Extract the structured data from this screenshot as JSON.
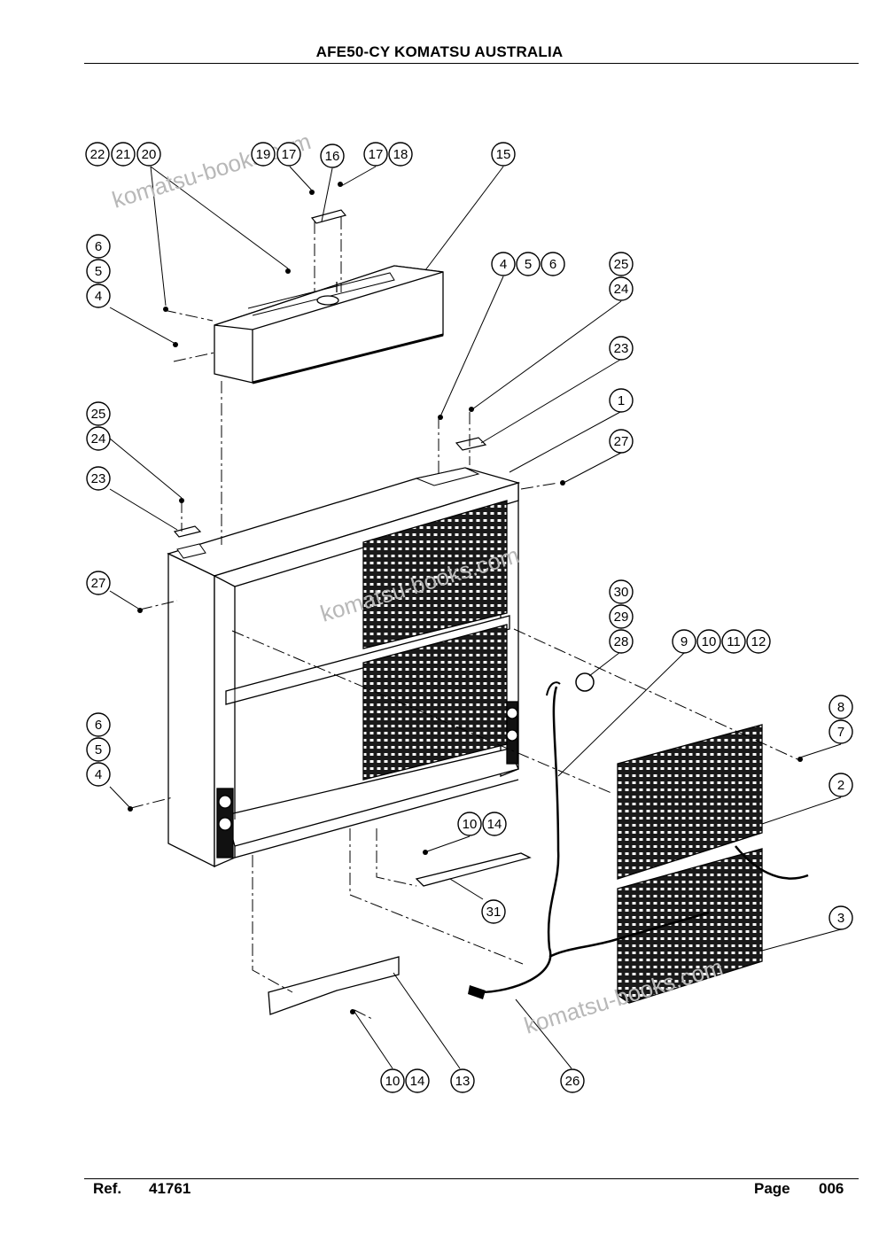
{
  "header": {
    "title": "AFE50-CY KOMATSU AUSTRALIA"
  },
  "footer": {
    "ref_label": "Ref.",
    "ref_value": "41761",
    "page_label": "Page",
    "page_value": "006"
  },
  "watermark": {
    "text": "komatsu-books.com",
    "color": "#b8b8b8"
  },
  "callouts": [
    {
      "id": "c22",
      "text": "22"
    },
    {
      "id": "c21",
      "text": "21"
    },
    {
      "id": "c20",
      "text": "20"
    },
    {
      "id": "c19",
      "text": "19"
    },
    {
      "id": "c17a",
      "text": "17"
    },
    {
      "id": "c16",
      "text": "16"
    },
    {
      "id": "c17b",
      "text": "17"
    },
    {
      "id": "c18",
      "text": "18"
    },
    {
      "id": "c15",
      "text": "15"
    },
    {
      "id": "c6a",
      "text": "6"
    },
    {
      "id": "c5a",
      "text": "5"
    },
    {
      "id": "c4a",
      "text": "4"
    },
    {
      "id": "c4b",
      "text": "4"
    },
    {
      "id": "c5b",
      "text": "5"
    },
    {
      "id": "c6b",
      "text": "6"
    },
    {
      "id": "c25a",
      "text": "25"
    },
    {
      "id": "c24a",
      "text": "24"
    },
    {
      "id": "c23a",
      "text": "23"
    },
    {
      "id": "c1",
      "text": "1"
    },
    {
      "id": "c27a",
      "text": "27"
    },
    {
      "id": "c25b",
      "text": "25"
    },
    {
      "id": "c24b",
      "text": "24"
    },
    {
      "id": "c23b",
      "text": "23"
    },
    {
      "id": "c27b",
      "text": "27"
    },
    {
      "id": "c30",
      "text": "30"
    },
    {
      "id": "c29",
      "text": "29"
    },
    {
      "id": "c28",
      "text": "28"
    },
    {
      "id": "c9",
      "text": "9"
    },
    {
      "id": "c10a",
      "text": "10"
    },
    {
      "id": "c11",
      "text": "11"
    },
    {
      "id": "c12",
      "text": "12"
    },
    {
      "id": "c8",
      "text": "8"
    },
    {
      "id": "c7",
      "text": "7"
    },
    {
      "id": "c6c",
      "text": "6"
    },
    {
      "id": "c5c",
      "text": "5"
    },
    {
      "id": "c4c",
      "text": "4"
    },
    {
      "id": "c2",
      "text": "2"
    },
    {
      "id": "c10b",
      "text": "10"
    },
    {
      "id": "c14a",
      "text": "14"
    },
    {
      "id": "c31",
      "text": "31"
    },
    {
      "id": "c3",
      "text": "3"
    },
    {
      "id": "c10c",
      "text": "10"
    },
    {
      "id": "c14b",
      "text": "14"
    },
    {
      "id": "c13",
      "text": "13"
    },
    {
      "id": "c26",
      "text": "26"
    }
  ]
}
